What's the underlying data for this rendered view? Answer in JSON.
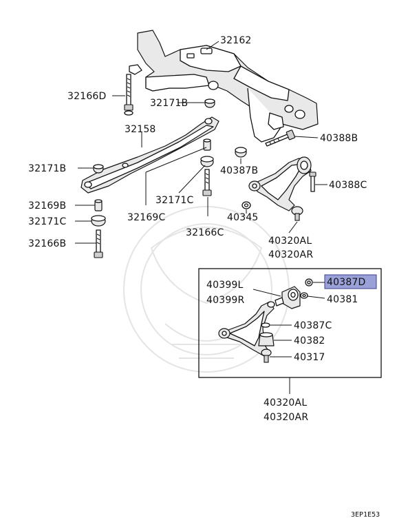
{
  "colors": {
    "line": "#111111",
    "highlight": "#9aa0d8",
    "watermark": "#e4e4e4"
  },
  "labels": {
    "p32162": "32162",
    "p32166D": "32166D",
    "p32171B_top": "32171B",
    "p32158": "32158",
    "p32171B_left": "32171B",
    "p32169B": "32169B",
    "p32171C_left": "32171C",
    "p32166B": "32166B",
    "p32171C_mid": "32171C",
    "p32169C": "32169C",
    "p32166C": "32166C",
    "p40387B": "40387B",
    "p40345": "40345",
    "p40388B": "40388B",
    "p40388C": "40388C",
    "p40320AL_top": "40320AL",
    "p40320AR_top": "40320AR",
    "p40399L": "40399L",
    "p40399R": "40399R",
    "p40387D": "40387D",
    "p40381": "40381",
    "p40387C": "40387C",
    "p40382": "40382",
    "p40317": "40317",
    "p40320AL_bottom": "40320AL",
    "p40320AR_bottom": "40320AR"
  },
  "diagram_code": "3EP1E53",
  "highlighted_part": "40387D"
}
